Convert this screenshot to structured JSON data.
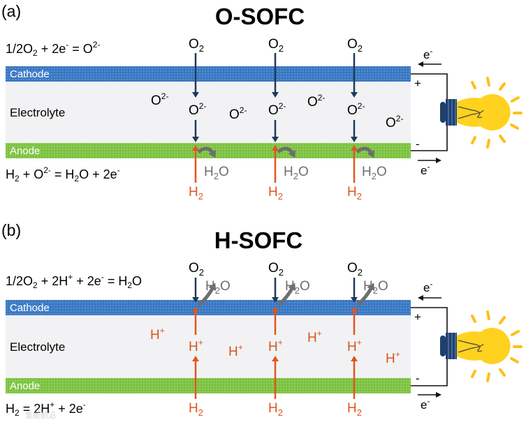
{
  "panels": [
    {
      "tag": "(a)",
      "title": "O-SOFC",
      "cathode_eq": "1/2O2 + 2e- = O2-",
      "anode_eq": "H2 + O2- = H2O + 2e-",
      "layers": {
        "cathode": "Cathode",
        "electrolyte": "Electrolyte",
        "anode": "Anode"
      },
      "top_gas": "O2",
      "bottom_gas": "H2",
      "product": "H2O",
      "product_side": "anode",
      "migrating_ion": "O2-",
      "ion_direction": "down",
      "circuit": {
        "electron_top": "e-",
        "electron_bottom": "e-",
        "plus": "+",
        "minus": "-"
      }
    },
    {
      "tag": "(b)",
      "title": "H-SOFC",
      "cathode_eq": "1/2O2 + 2H+ + 2e- = H2O",
      "anode_eq": "H2 = 2H+ + 2e-",
      "layers": {
        "cathode": "Cathode",
        "electrolyte": "Electrolyte",
        "anode": "Anode"
      },
      "top_gas": "O2",
      "bottom_gas": "H2",
      "product": "H2O",
      "product_side": "cathode",
      "migrating_ion": "H+",
      "ion_direction": "up",
      "circuit": {
        "electron_top": "e-",
        "electron_bottom": "e-",
        "plus": "+",
        "minus": "-"
      }
    }
  ],
  "colors": {
    "cathode": "#3a78c2",
    "electrolyte": "#f2f2f4",
    "anode": "#7cc242",
    "oxygen_arrow": "#1f3a5a",
    "hydrogen_arrow": "#e0561c",
    "h_plus_text": "#d2581c",
    "water_gray": "#6e6e6e",
    "bulb": "#ffd21f",
    "bulb_base": "#1f3f6e"
  },
  "watermark": "氢能前沿"
}
